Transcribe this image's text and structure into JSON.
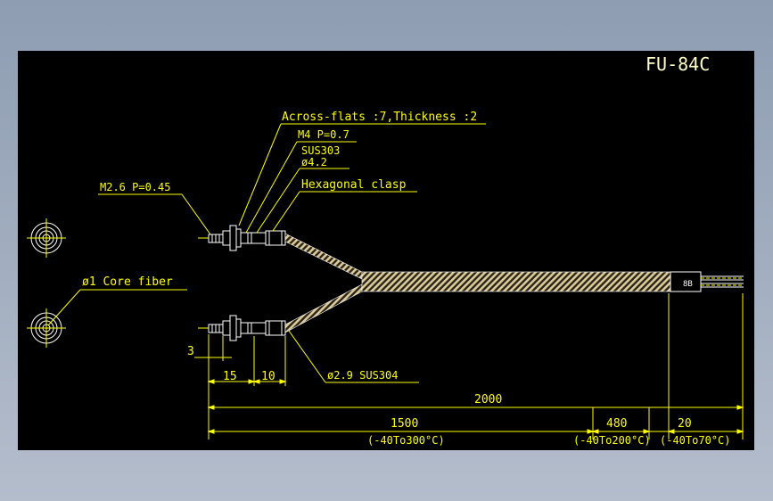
{
  "model": "FU-84C",
  "labels": {
    "across_flats": "Across-flats :7,Thickness :2",
    "thread_m4": "M4  P=0.7",
    "material_head": "SUS303",
    "diameter_head": "ø4.2",
    "hex_clasp": "Hexagonal clasp",
    "thread_m26": "M2.6  P=0.45",
    "core_fiber": "ø1  Core fiber",
    "sheath": "ø2.9  SUS304"
  },
  "dimensions": {
    "tip": "3",
    "thread_len": "15",
    "nut_len": "10",
    "total": "2000",
    "seg1": "1500",
    "seg2": "480",
    "seg3": "20"
  },
  "temperatures": {
    "seg1": "(-40To300°C)",
    "seg2": "(-40To200°C)",
    "seg3": "(-40To70°C)"
  },
  "colors": {
    "background": "#000000",
    "text": "#ffff00",
    "drawing": "#ffffff",
    "cable": "#d9c9a0",
    "model_label": "#ffffc8"
  }
}
